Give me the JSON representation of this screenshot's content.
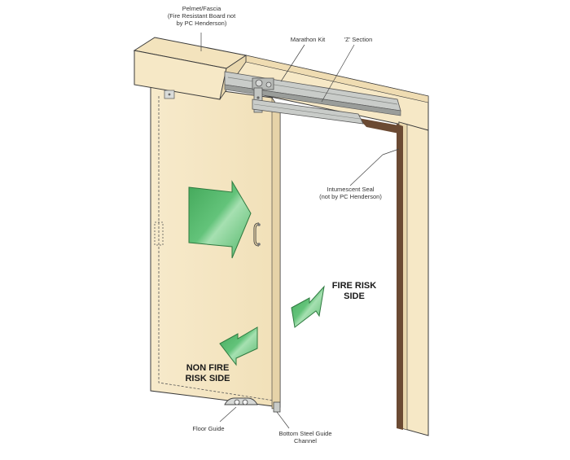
{
  "labels": {
    "pelmet": [
      "Pelmet/Fascia",
      "(Fire Resistant Board not",
      "by PC Henderson)"
    ],
    "marathon_kit": "Marathon Kit",
    "z_section": "'Z' Section",
    "intumescent": [
      "Intumescent Seal",
      "(not by PC Henderson)"
    ],
    "fire_risk": [
      "FIRE RISK",
      "SIDE"
    ],
    "non_fire_risk": [
      "NON FIRE",
      "RISK SIDE"
    ],
    "floor_guide": "Floor Guide",
    "bottom_channel": [
      "Bottom Steel Guide",
      "Channel"
    ]
  },
  "colors": {
    "board": "#f6e8c6",
    "board_shade": "#e9d7ad",
    "outline": "#3a3a3a",
    "metal": "#c9ccc9",
    "metal_dark": "#9a9d9a",
    "seal": "#6b4a33",
    "arrow_green": "#53b86a",
    "arrow_green_light": "#9fdcaa"
  }
}
